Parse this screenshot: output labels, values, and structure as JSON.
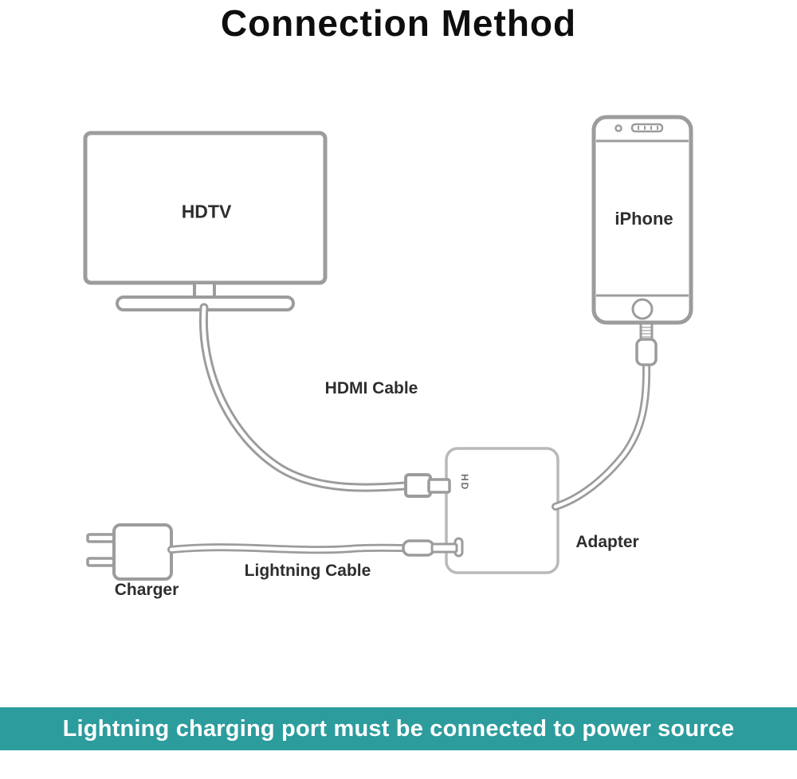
{
  "title": "Connection Method",
  "labels": {
    "tv": "HDTV",
    "phone": "iPhone",
    "hdmi_cable": "HDMI Cable",
    "adapter": "Adapter",
    "lightning_cable": "Lightning Cable",
    "charger": "Charger",
    "adapter_port_mark": "HD"
  },
  "banner": {
    "text": "Lightning charging port must be connected to power source",
    "background": "#2d9c9d",
    "text_color": "#ffffff"
  },
  "colors": {
    "outline_gray": "#9c9c9c",
    "adapter_outline": "#b9b9b9",
    "title_text": "#0e0e0e",
    "label_text": "#2e2e2e"
  }
}
